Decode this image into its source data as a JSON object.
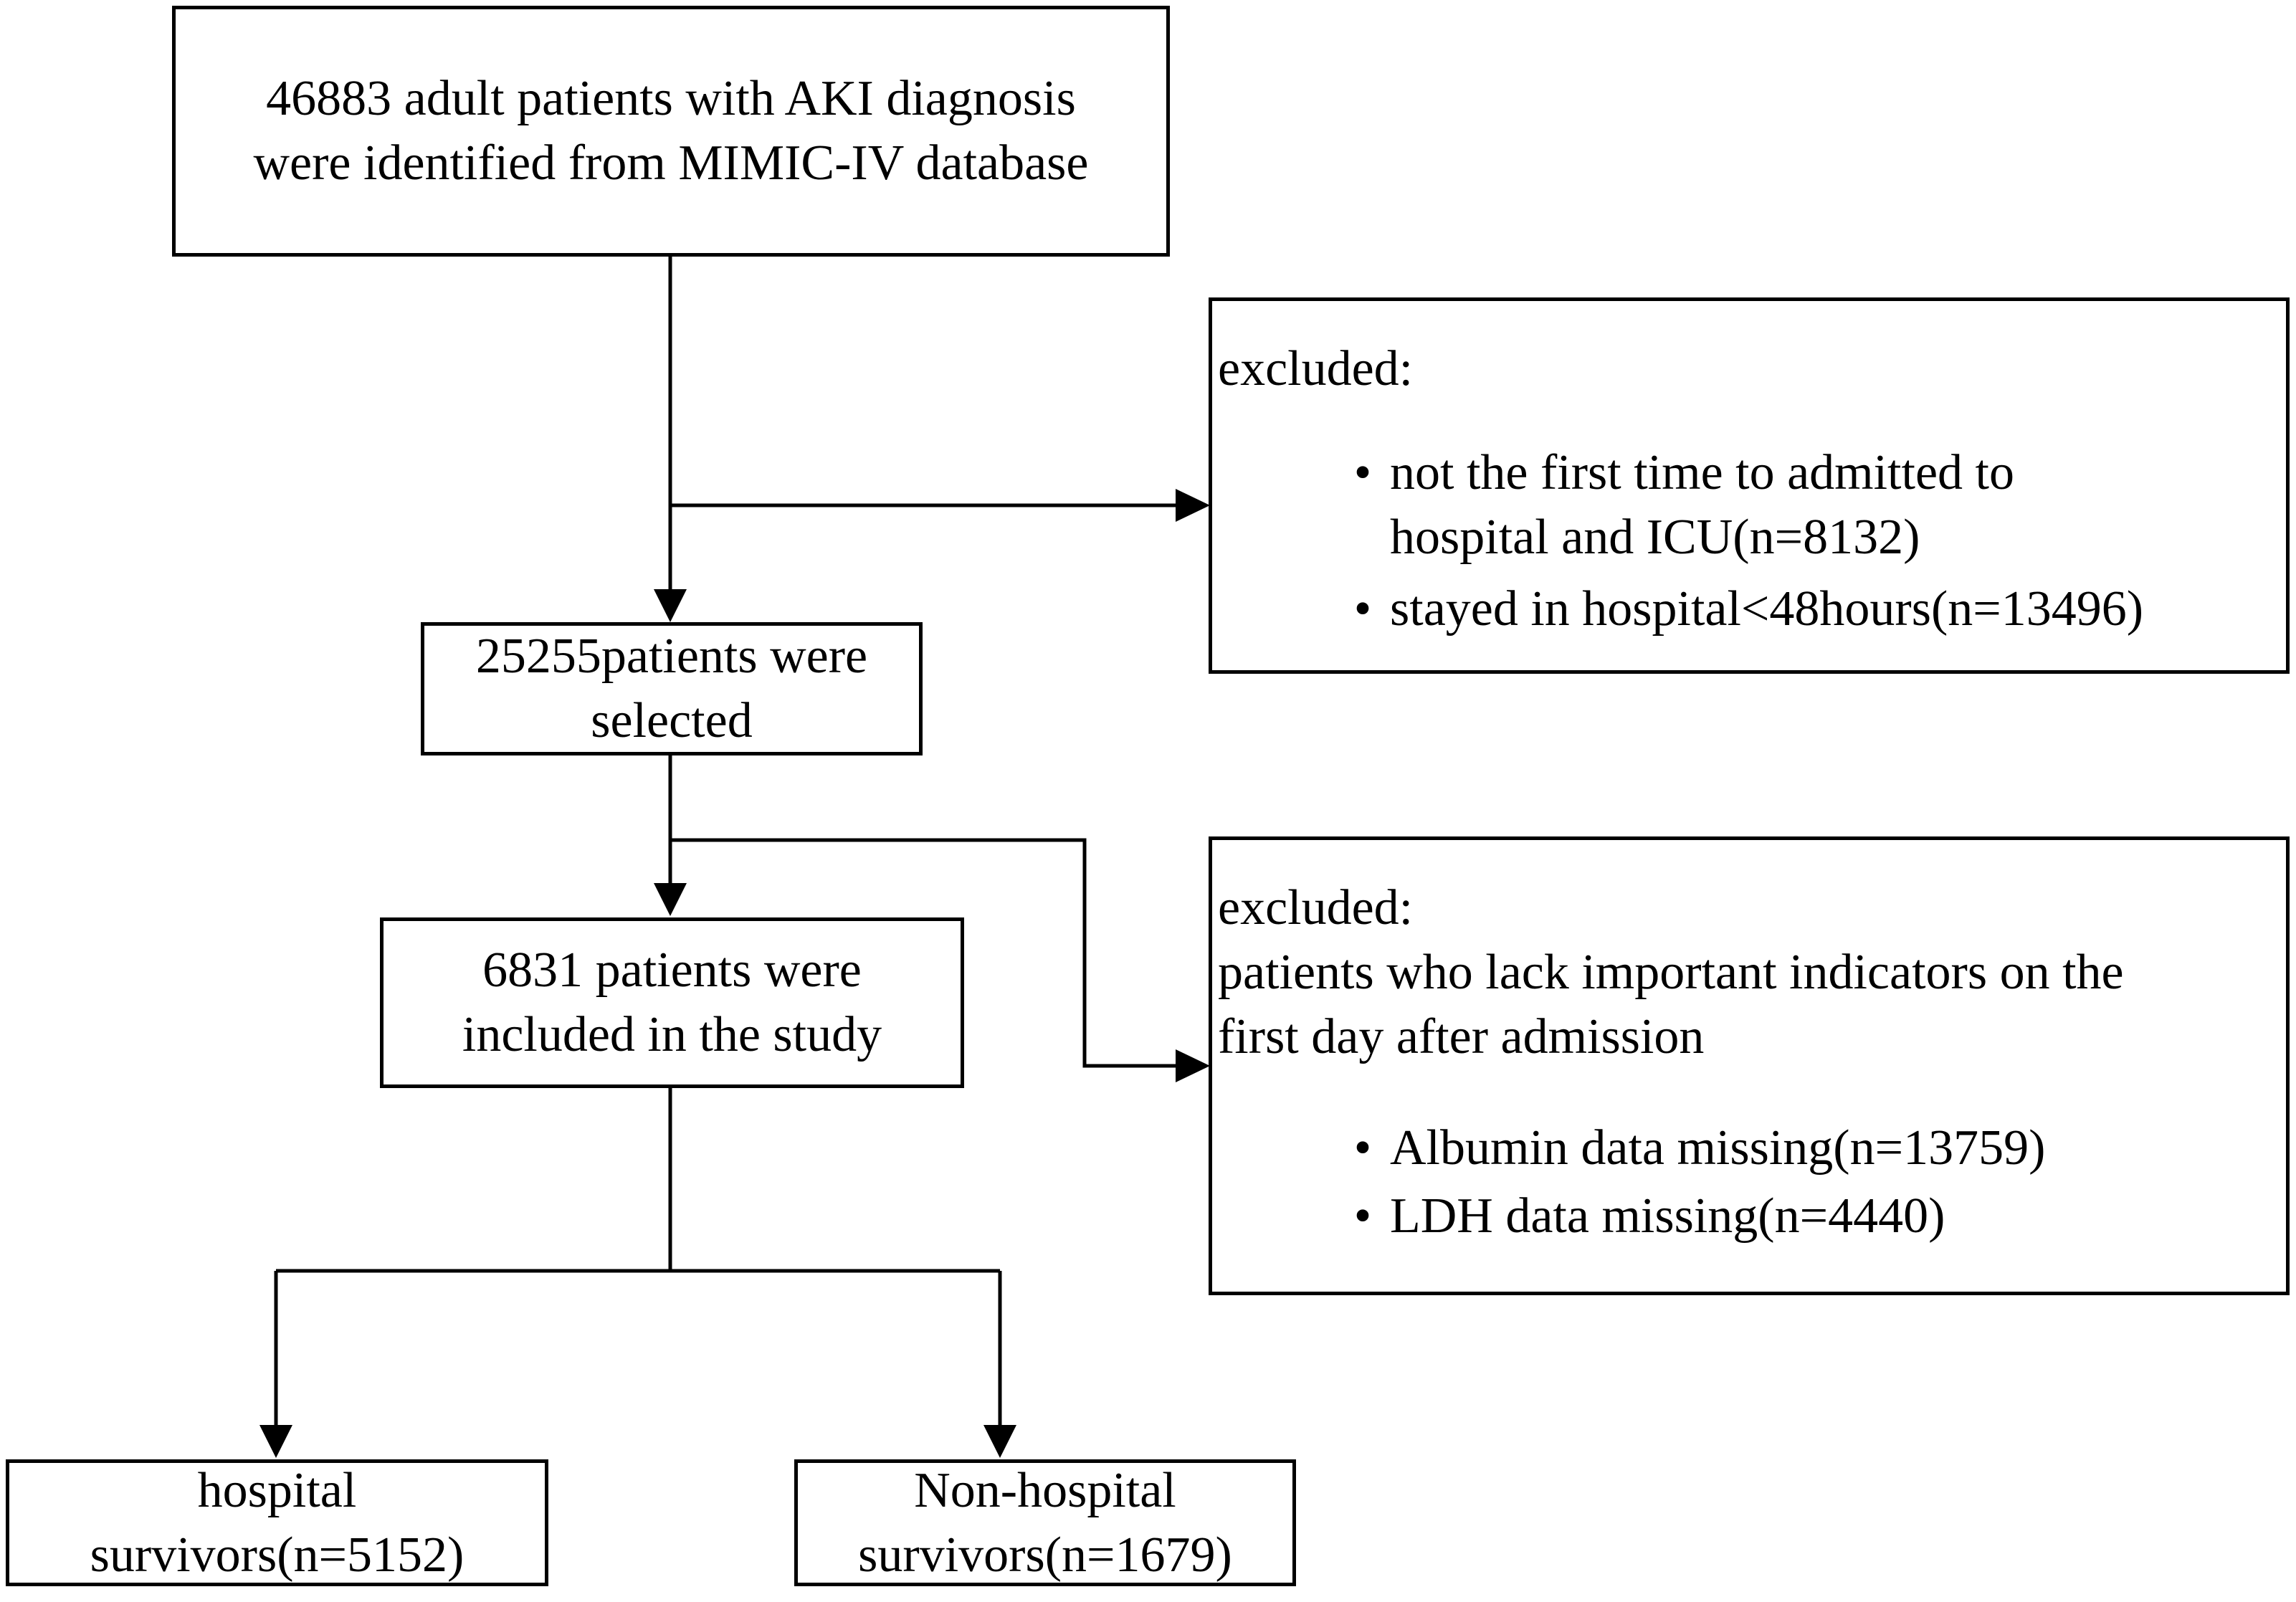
{
  "boxes": {
    "identified": {
      "lines": [
        "46883 adult patients with AKI diagnosis",
        "were identified from MIMIC-IV database"
      ]
    },
    "selected": {
      "lines": [
        "25255patients were",
        "selected"
      ]
    },
    "included": {
      "lines": [
        "6831 patients were",
        "included in the study"
      ]
    },
    "survivors": {
      "lines": [
        "hospital",
        "survivors(n=5152)"
      ]
    },
    "non_survivors": {
      "lines": [
        "Non-hospital",
        "survivors(n=1679)"
      ]
    }
  },
  "exclusion_1": {
    "heading": "excluded:",
    "bullet_glyph": "•",
    "items": [
      {
        "line1": "not the first time to admitted to",
        "line2": "hospital and ICU(n=8132)"
      },
      {
        "line1": "stayed in hospital<48hours(n=13496)",
        "line2": ""
      }
    ]
  },
  "exclusion_2": {
    "heading": "excluded:",
    "description_lines": [
      "patients who lack important indicators on the",
      "first day after admission"
    ],
    "bullet_glyph": "•",
    "items": [
      {
        "line1": "Albumin data missing(n=13759)"
      },
      {
        "line1": "LDH data missing(n=4440)"
      }
    ]
  }
}
